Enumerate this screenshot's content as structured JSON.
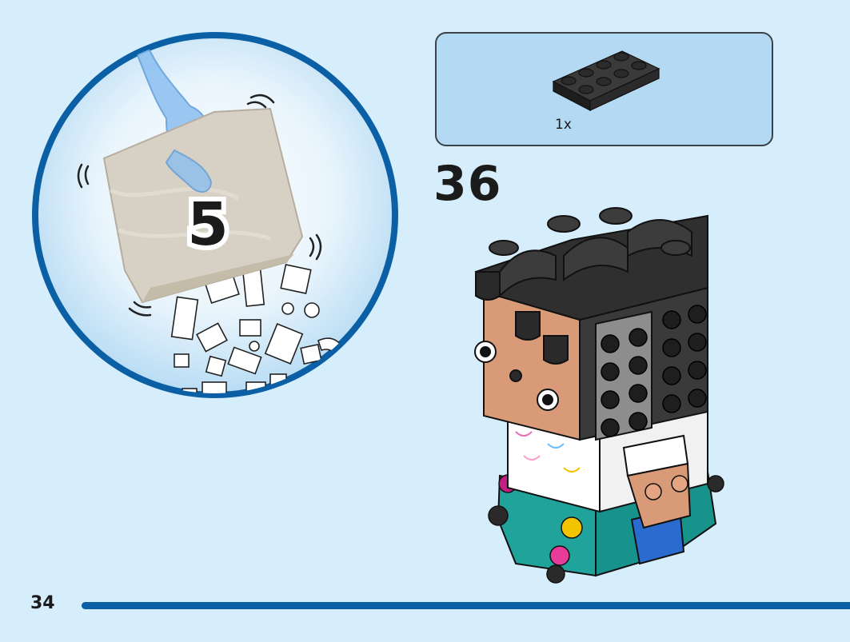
{
  "bag": {
    "number": "5",
    "icon": "open-bag-5-icon"
  },
  "parts_callout": {
    "quantity": "1x",
    "part_icon": "black-plate-2x4-icon",
    "part_color": "#2b2b2b"
  },
  "step": {
    "number": "36"
  },
  "page": {
    "number": "34"
  },
  "colors": {
    "background": "#d6edfb",
    "circle_border": "#0b5fa5",
    "callout_fill": "#b3d9f3",
    "rule": "#0b5fa5"
  }
}
